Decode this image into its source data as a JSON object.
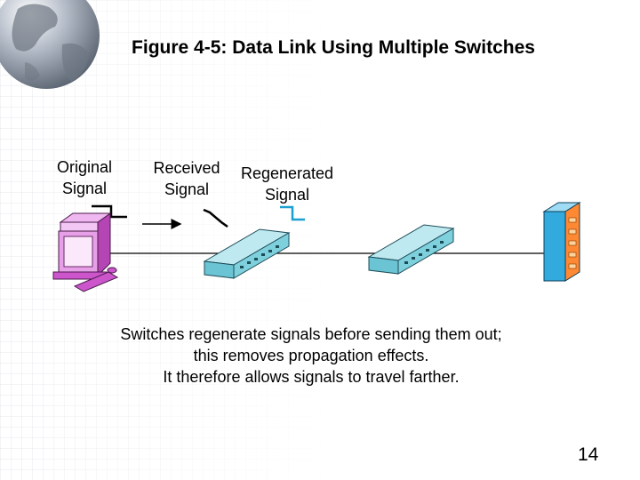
{
  "title": "Figure 4-5: Data Link Using Multiple Switches",
  "labels": {
    "original_line1": "Original",
    "original_line2": "Signal",
    "received_line1": "Received",
    "received_line2": "Signal",
    "regenerated_line1": "Regenerated",
    "regenerated_line2": "Signal"
  },
  "caption": {
    "line1": "Switches regenerate signals before sending them out;",
    "line2": "this removes propagation effects.",
    "line3": "It therefore allows signals to travel farther."
  },
  "page_number": "14",
  "colors": {
    "computer": "#cc55cc",
    "switch": "#7fd0dd",
    "server": "#33aadd",
    "server_panel": "#ff8833"
  }
}
